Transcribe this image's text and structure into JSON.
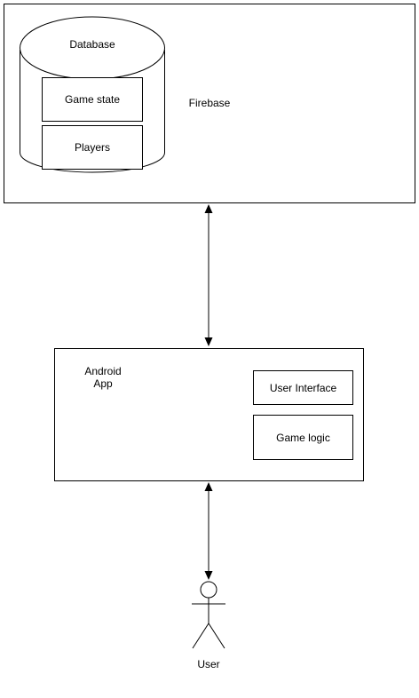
{
  "firebase": {
    "label": "Firebase",
    "database": {
      "label": "Database",
      "items": [
        "Game state",
        "Players"
      ]
    }
  },
  "android_app": {
    "label_line1": "Android",
    "label_line2": "App",
    "components": [
      "User Interface",
      "Game logic"
    ]
  },
  "user": {
    "label": "User"
  },
  "colors": {
    "stroke": "#000000",
    "fill": "#ffffff"
  }
}
